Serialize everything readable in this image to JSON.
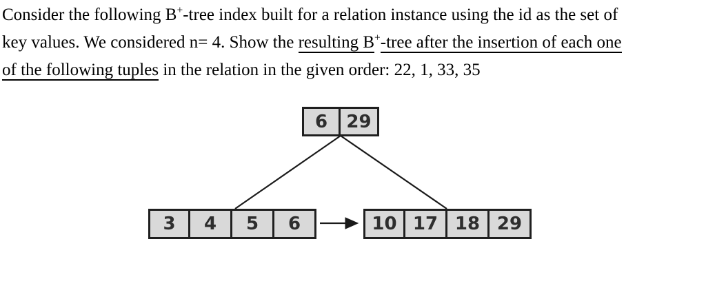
{
  "question": {
    "lines": [
      {
        "segments": [
          {
            "text": "Consider the following B",
            "sup": false,
            "underline": false
          },
          {
            "text": "+",
            "sup": true,
            "underline": false
          },
          {
            "text": "-tree index built for a relation instance using the id as the set of",
            "sup": false,
            "underline": false
          }
        ]
      },
      {
        "segments": [
          {
            "text": "key values. We considered n= 4. Show the ",
            "sup": false,
            "underline": false
          },
          {
            "text": "resulting B",
            "sup": false,
            "underline": true
          },
          {
            "text": "+",
            "sup": true,
            "underline": false
          },
          {
            "text": "-tree after the insertion of each one",
            "sup": false,
            "underline": true
          }
        ]
      },
      {
        "segments": [
          {
            "text": "of the following tuples",
            "sup": false,
            "underline": true
          },
          {
            "text": " in the relation in the given order: 22, 1, 33, 35",
            "sup": false,
            "underline": false
          }
        ]
      }
    ]
  },
  "tree": {
    "root": {
      "keys": [
        "6",
        "29"
      ]
    },
    "leaves": [
      {
        "keys": [
          "3",
          "4",
          "5",
          "6"
        ]
      },
      {
        "keys": [
          "10",
          "17",
          "18",
          "29"
        ]
      }
    ]
  },
  "colors": {
    "cell_fill": "#d9d9d9",
    "cell_border": "#1f1f1f",
    "cell_text": "#2e2e2e",
    "connector": "#1a1a1a"
  }
}
